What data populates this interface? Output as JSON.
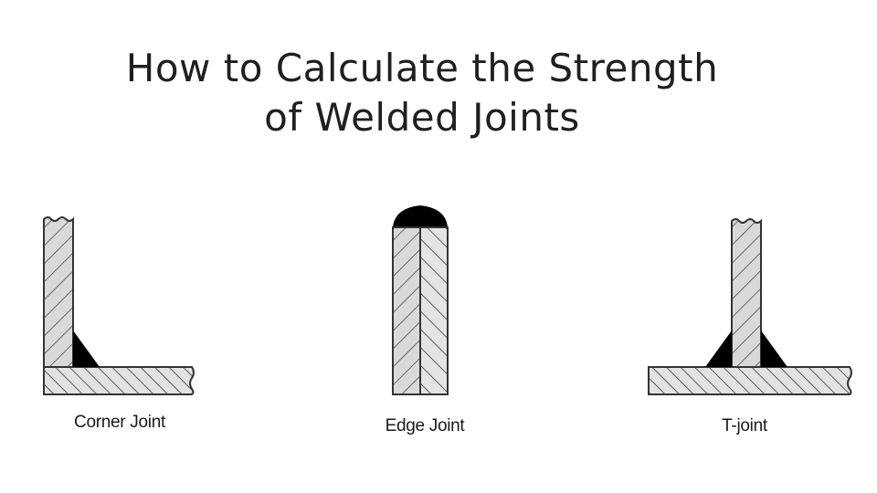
{
  "title": {
    "line1": "How to Calculate the Strength",
    "line2": "of Welded Joints"
  },
  "joints": [
    {
      "name": "corner",
      "label": "Corner Joint",
      "weld": "fillet-weld-inside-corner"
    },
    {
      "name": "edge",
      "label": "Edge Joint",
      "weld": "bead-on-top-edge"
    },
    {
      "name": "t-joint",
      "label": "T-joint",
      "weld": "double-fillet-weld"
    }
  ],
  "colors": {
    "background": "#ffffff",
    "text": "#1f1f1f",
    "plate_fill": "#d9d9d9",
    "plate_outline": "#333333",
    "hatch": "#4a4a4a",
    "weld": "#000000"
  }
}
